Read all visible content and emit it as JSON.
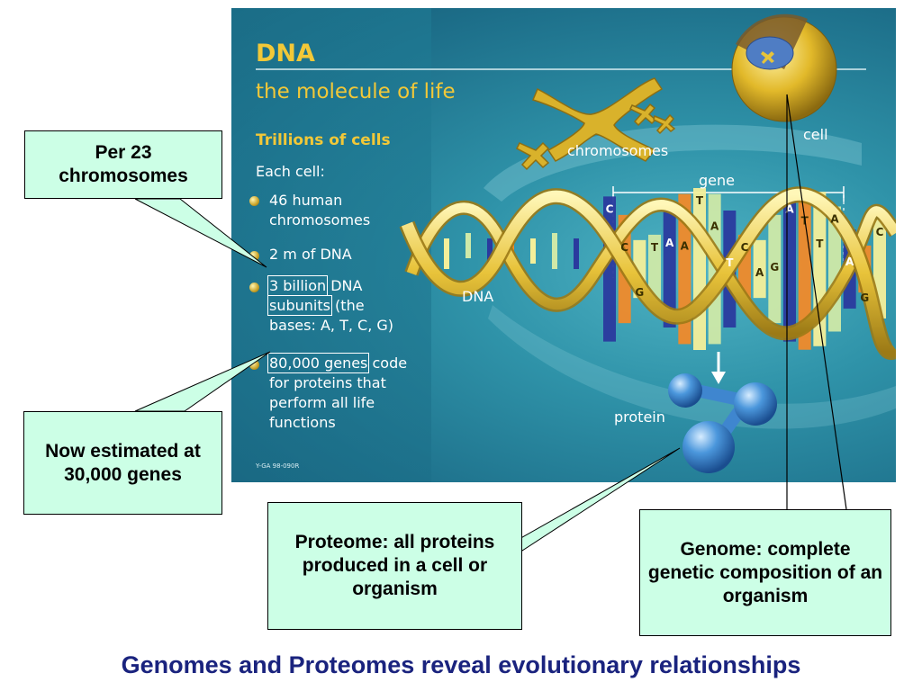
{
  "poster": {
    "title": "DNA",
    "subtitle": "the molecule of life",
    "cells_heading": "Trillions of cells",
    "each_cell": "Each cell:",
    "bullets": [
      {
        "line1": "46 human",
        "line2": "chromosomes"
      },
      {
        "line1": "2 m of DNA"
      },
      {
        "boxed1": "3 billion",
        "rest1": " DNA",
        "boxed2": "subunits",
        "rest2": " (the",
        "line3": "bases: A, T, C, G)"
      },
      {
        "boxed1": "80,000 genes",
        "rest1": " code",
        "line2": "for proteins that",
        "line3": "perform all life",
        "line4": "functions"
      }
    ],
    "code": "Y-GA 98-090R",
    "labels": {
      "chromosomes": "chromosomes",
      "cell": "cell",
      "gene": "gene",
      "dna": "DNA",
      "protein": "protein"
    },
    "bases": [
      "C",
      "C",
      "G",
      "T",
      "A",
      "A",
      "T",
      "A",
      "T",
      "C",
      "A",
      "G",
      "A",
      "T",
      "T",
      "A",
      "A",
      "G",
      "C"
    ],
    "colors": {
      "gold": "#f2c838",
      "background": "#2f93a9",
      "base_blue": "#2a3a9e",
      "base_orange": "#f08a2a",
      "base_yellow": "#f4ef9a",
      "base_light": "#cfe9a8"
    }
  },
  "callouts": {
    "chromosomes": "Per 23 chromosomes",
    "genes": "Now estimated at 30,000 genes",
    "proteome": "Proteome: all proteins produced in a cell or organism",
    "genome": "Genome: complete genetic composition of an organism",
    "color": "#ccffe6"
  },
  "footer": {
    "title": "Genomes and Proteomes reveal evolutionary relationships",
    "color": "#1a237e"
  }
}
